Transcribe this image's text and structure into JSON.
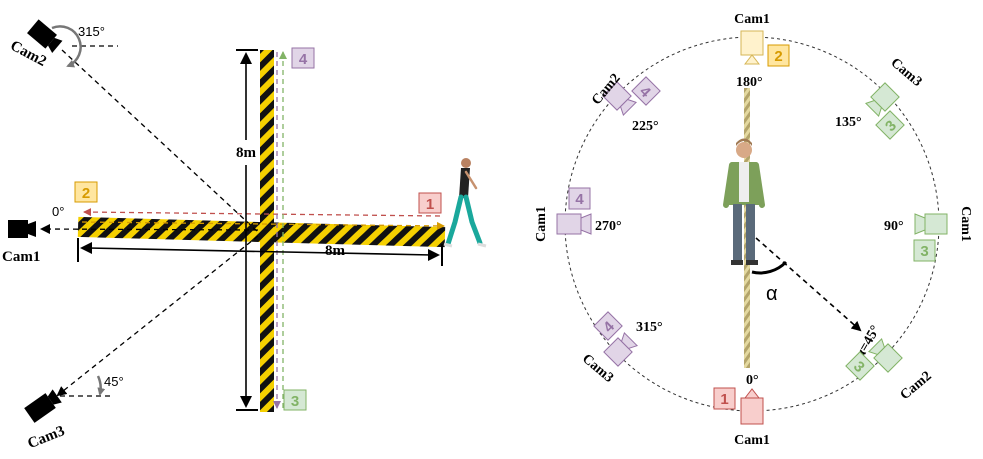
{
  "left_panel": {
    "distance_vertical": "8m",
    "distance_horizontal": "8m",
    "cam1": {
      "label": "Cam1",
      "angle": "0°"
    },
    "cam2": {
      "label": "Cam2",
      "angle": "315°"
    },
    "cam3": {
      "label": "Cam3",
      "angle": "45°"
    },
    "paths": [
      {
        "id": "1",
        "color": "#c0504d",
        "fill": "#f8cecc"
      },
      {
        "id": "2",
        "color": "#d79b00",
        "fill": "#ffe6a0"
      },
      {
        "id": "3",
        "color": "#82b366",
        "fill": "#d5e8d4"
      },
      {
        "id": "4",
        "color": "#9673a6",
        "fill": "#e1d5e7"
      }
    ]
  },
  "right_panel": {
    "alpha_symbol": "α",
    "alpha_value": "α=45°",
    "cameras": [
      {
        "label": "Cam1",
        "angle": "180°",
        "path": "2"
      },
      {
        "label": "Cam3",
        "angle": "135°",
        "path": "3"
      },
      {
        "label": "Cam1",
        "angle": "90°",
        "path": "3"
      },
      {
        "label": "Cam2",
        "angle": "",
        "path": "3"
      },
      {
        "label": "Cam1",
        "angle": "0°",
        "path": "1"
      },
      {
        "label": "Cam3",
        "angle": "315°",
        "path": "4"
      },
      {
        "label": "Cam1",
        "angle": "270°",
        "path": "4"
      },
      {
        "label": "Cam2",
        "angle": "225°",
        "path": "4"
      }
    ]
  }
}
